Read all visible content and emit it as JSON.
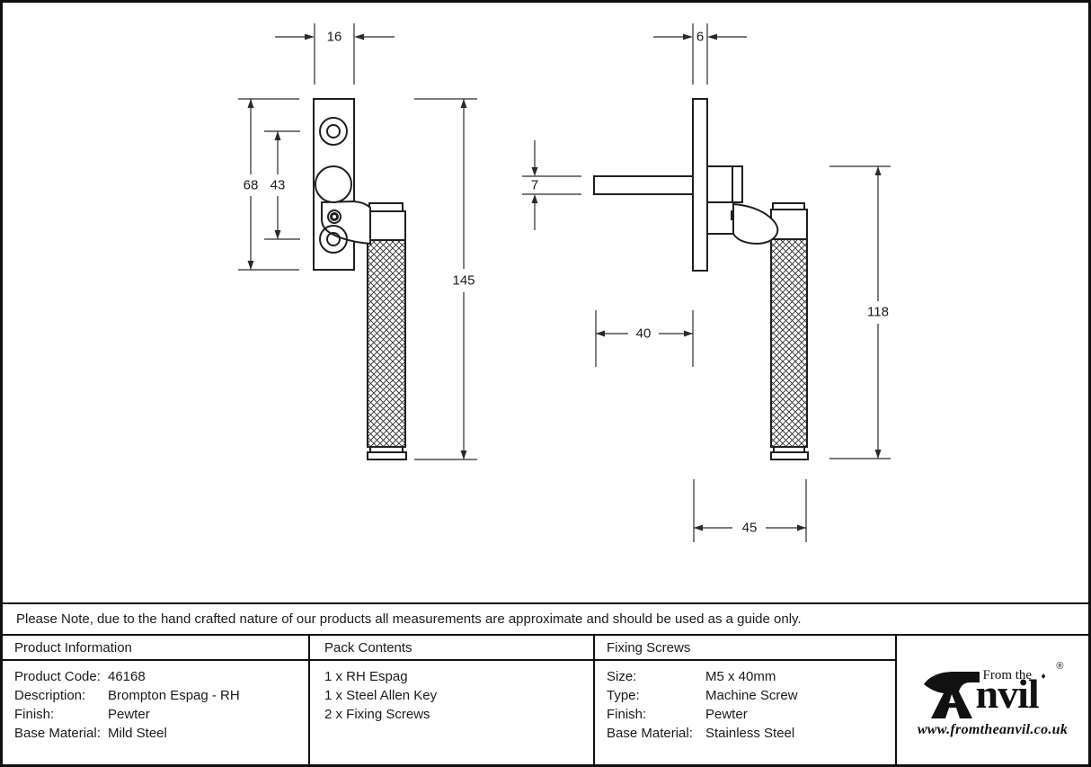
{
  "note": "Please Note, due to the hand crafted nature of our products all measurements are approximate and should be used as a guide only.",
  "drawings": {
    "front": {
      "dims": {
        "plate_width": "16",
        "plate_height": "68",
        "hole_spacing": "43",
        "overall_length": "145"
      }
    },
    "side": {
      "dims": {
        "plate_thickness": "6",
        "spindle_thickness": "7",
        "spindle_length": "40",
        "handle_length": "118",
        "projection": "45"
      }
    }
  },
  "table": {
    "product_information": {
      "header": "Product Information",
      "rows": [
        {
          "label": "Product Code:",
          "value": "46168"
        },
        {
          "label": "Description:",
          "value": "Brompton Espag - RH"
        },
        {
          "label": "Finish:",
          "value": "Pewter"
        },
        {
          "label": "Base Material:",
          "value": "Mild Steel"
        }
      ]
    },
    "pack_contents": {
      "header": "Pack Contents",
      "items": [
        "1 x RH Espag",
        "1 x Steel Allen Key",
        "2 x Fixing Screws"
      ]
    },
    "fixing_screws": {
      "header": "Fixing Screws",
      "rows": [
        {
          "label": "Size:",
          "value": "M5 x 40mm"
        },
        {
          "label": "Type:",
          "value": "Machine Screw"
        },
        {
          "label": "Finish:",
          "value": "Pewter"
        },
        {
          "label": "Base Material:",
          "value": "Stainless Steel"
        }
      ]
    }
  },
  "logo": {
    "prefix": "From the",
    "name_rest": "nvil",
    "diamond": "♦",
    "registered": "®",
    "url": "www.fromtheanvil.co.uk"
  }
}
